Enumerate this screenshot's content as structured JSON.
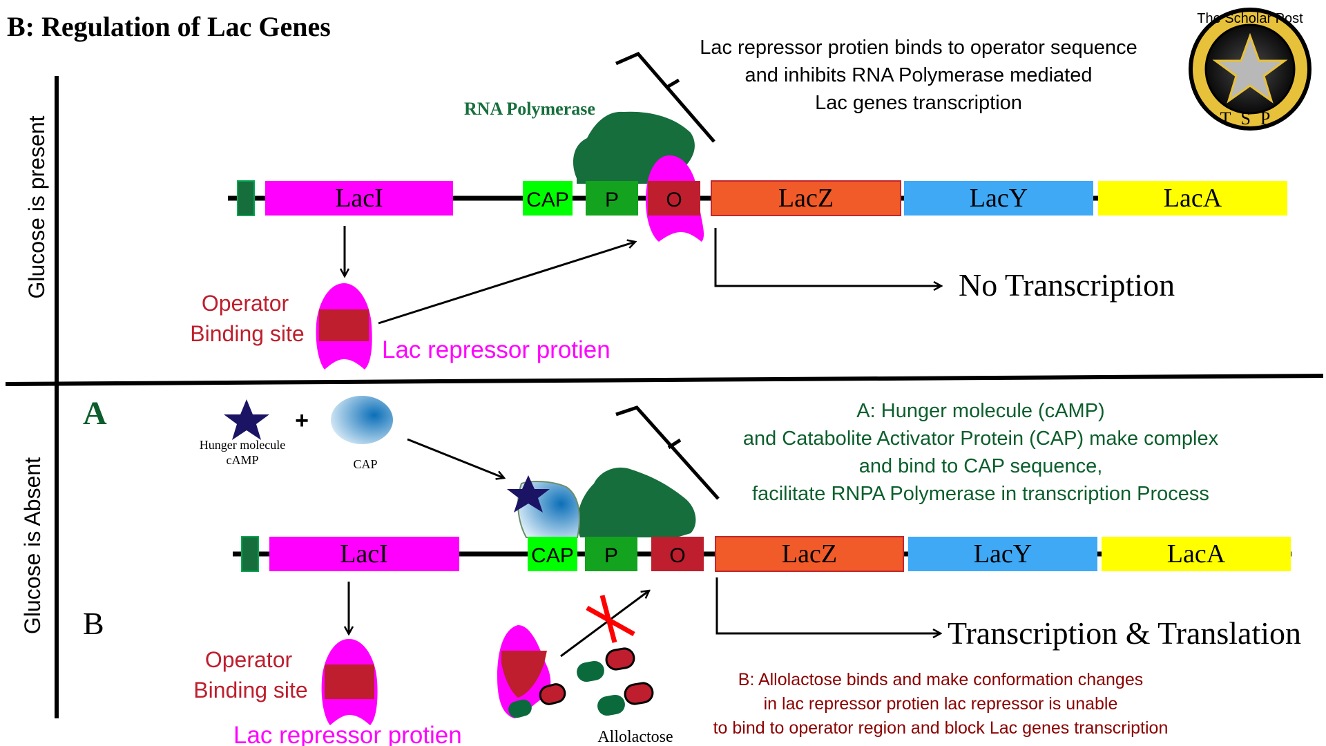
{
  "title": "B: Regulation of Lac Genes",
  "logo": {
    "text_top": "The Scholar Post",
    "text_bottom": "TSP",
    "icon": "star-badge-icon"
  },
  "colors": {
    "laci": "#ff00ff",
    "cap": "#00ff00",
    "promoter": "#13a31e",
    "operator": "#be1e2d",
    "lacz": "#f15a29",
    "lacy": "#3fa9f5",
    "laca": "#ffff00",
    "polymerase": "#166e3c",
    "repressor": "#ff00ff",
    "dark_green": "#0b5e2c",
    "red_text": "#be1e2d",
    "magenta_text": "#ff00ff"
  },
  "top_panel": {
    "side_label": "Glucose is present",
    "genes": {
      "laci": "LacI",
      "cap": "CAP",
      "p": "P",
      "o": "O",
      "lacz": "LacZ",
      "lacy": "LacY",
      "laca": "LacA"
    },
    "rna_polymerase_label": "RNA Polymerase",
    "note": [
      "Lac repressor protien binds to operator sequence",
      "and inhibits RNA Polymerase  mediated",
      "Lac genes transcription"
    ],
    "operator_binding_site": [
      "Operator",
      "Binding site"
    ],
    "repressor_label": "Lac repressor protien",
    "result": "No Transcription"
  },
  "bottom_panel": {
    "side_label": "Glucose is Absent",
    "label_a": "A",
    "label_b": "B",
    "hunger_molecule_label": [
      "Hunger molecule",
      "cAMP"
    ],
    "plus": "+",
    "cap_label": "CAP",
    "genes": {
      "laci": "LacI",
      "cap": "CAP",
      "p": "P",
      "o": "O",
      "lacz": "LacZ",
      "lacy": "LacY",
      "laca": "LacA"
    },
    "note_a": [
      "A:  Hunger molecule (cAMP)",
      "and Catabolite Activator Protein (CAP) make complex",
      "and bind to CAP sequence,",
      "facilitate RNPA Polymerase in transcription Process"
    ],
    "operator_binding_site": [
      "Operator",
      "Binding site"
    ],
    "repressor_label": "Lac repressor protien",
    "allolactose_label": "Allolactose",
    "note_b": [
      "B: Allolactose binds  and make conformation changes",
      "in lac repressor protien   lac repressor is unable",
      "to bind to operator region and block Lac genes transcription"
    ],
    "result": "Transcription & Translation"
  }
}
